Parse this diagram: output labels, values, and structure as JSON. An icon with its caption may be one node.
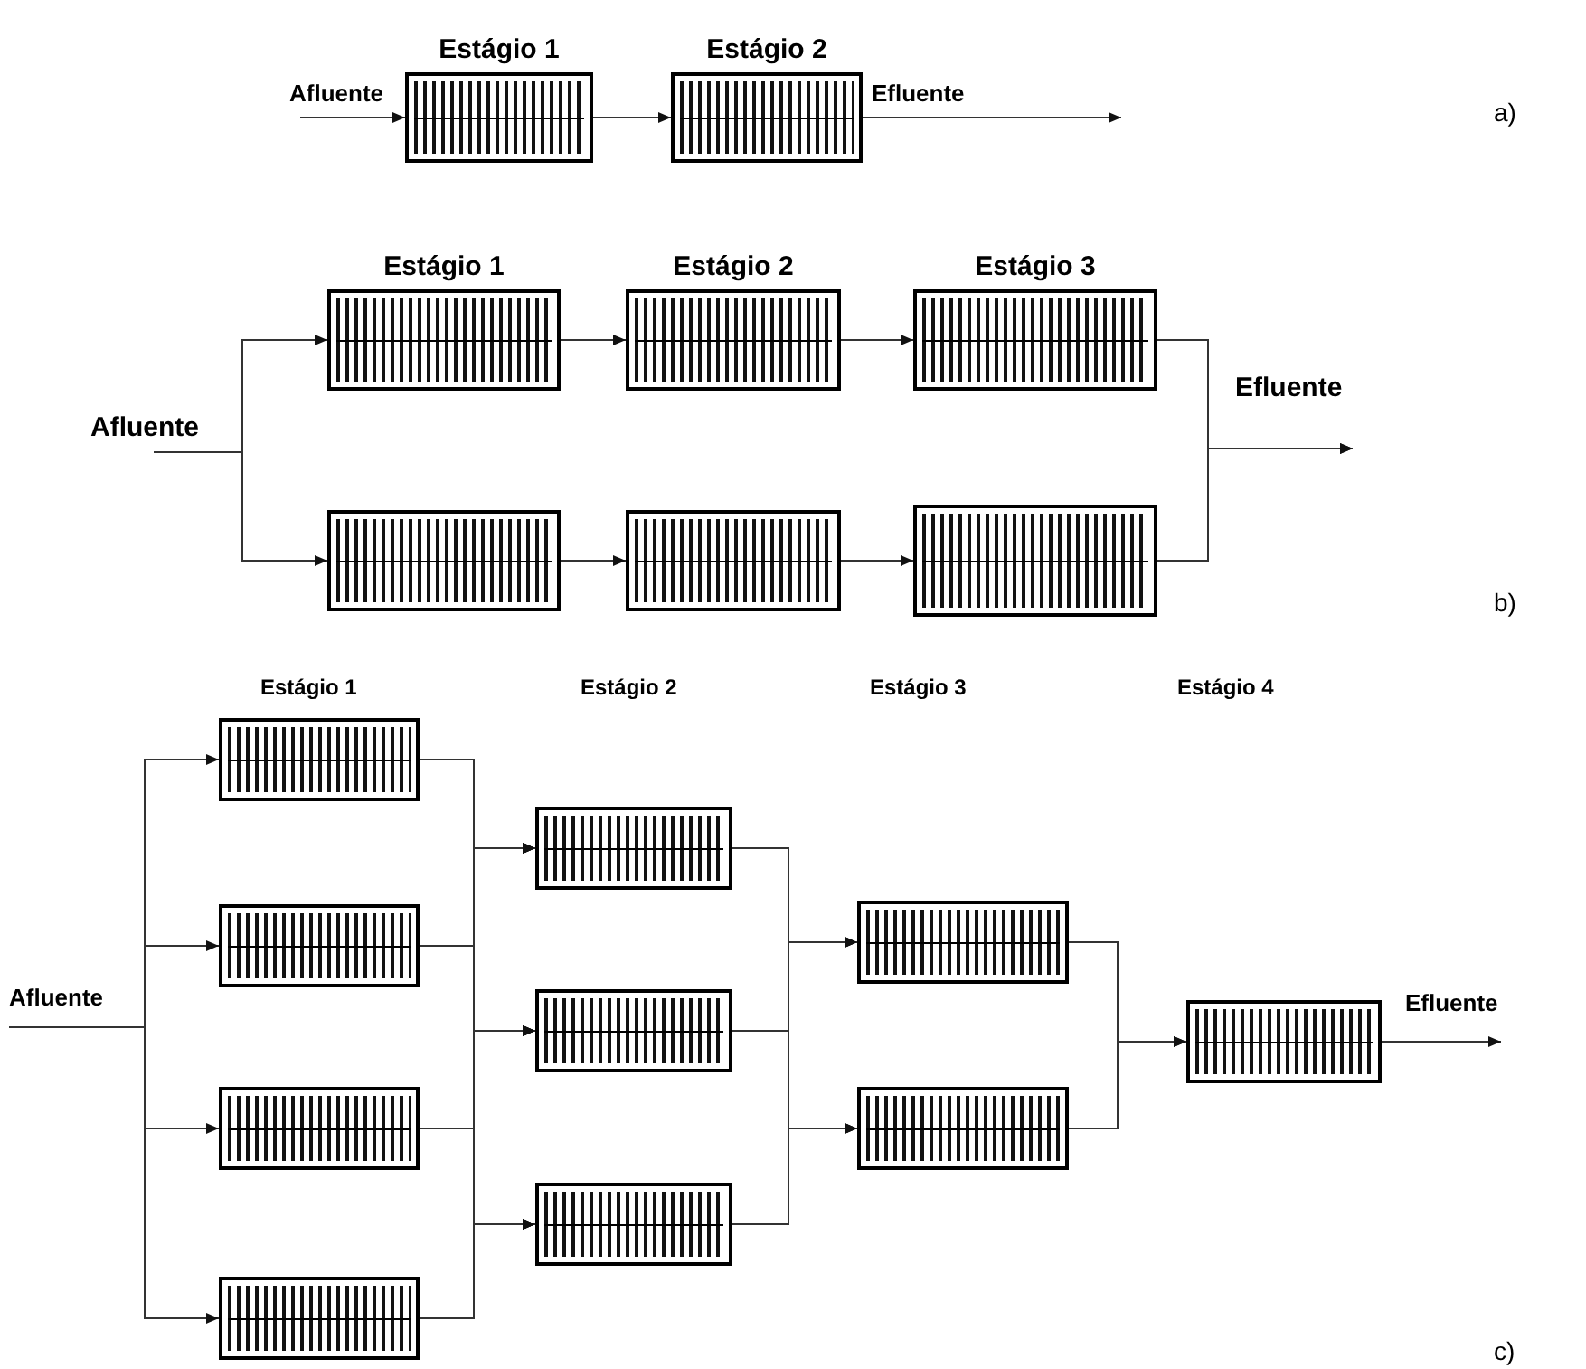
{
  "diagram": {
    "nodes": [
      {
        "text": [
          "Estágio 1"
        ]
      },
      {
        "text": [
          "Estágio 2"
        ]
      },
      {
        "text": [
          "Estágio 1"
        ]
      },
      {
        "text": [
          "Estágio 2"
        ]
      },
      {
        "text": [
          "Estágio 3"
        ]
      },
      {
        "text": [],
        "shape": "box"
      },
      {
        "text": [],
        "shape": "box"
      },
      {
        "text": [],
        "shape": "box"
      },
      {
        "text": [],
        "shape": "box"
      },
      {
        "text": [],
        "shape": "box"
      },
      {
        "text": [],
        "shape": "box"
      },
      {
        "text": [],
        "shape": "box"
      },
      {
        "text": [],
        "shape": "box"
      },
      {
        "text": [],
        "shape": "box"
      },
      {
        "text": [],
        "shape": "box"
      },
      {
        "text": [],
        "shape": "box"
      },
      {
        "text": [],
        "shape": "box"
      },
      {
        "text": [],
        "shape": "box"
      }
    ],
    "edges": [
      {
        "from": null,
        "to": 0,
        "arrow": "to",
        "label": "Afluente"
      },
      {
        "from": 0,
        "to": 1,
        "arrow": "to"
      },
      {
        "from": 1,
        "to": null,
        "arrow": "to",
        "label": "Efluente"
      },
      {
        "from": null,
        "to": 2,
        "arrow": "to",
        "label": "Afluente"
      },
      {
        "from": null,
        "to": 5,
        "arrow": "to"
      },
      {
        "from": 2,
        "to": 3,
        "arrow": "to"
      },
      {
        "from": 3,
        "to": 4,
        "arrow": "to"
      },
      {
        "from": 5,
        "to": 6,
        "arrow": "to"
      },
      {
        "from": 6,
        "to": 7,
        "arrow": "to"
      },
      {
        "from": 4,
        "to": null,
        "arrow": "to",
        "label": "Efluente"
      },
      {
        "from": 7,
        "to": null,
        "arrow": "to"
      },
      {
        "from": 8,
        "to": 12,
        "arrow": "to"
      },
      {
        "from": 8,
        "to": 13,
        "arrow": "to"
      },
      {
        "from": 8,
        "to": 14,
        "arrow": "to"
      },
      {
        "from": 9,
        "to": 12,
        "arrow": "to"
      },
      {
        "from": 9,
        "to": 13,
        "arrow": "to"
      },
      {
        "from": 9,
        "to": 14,
        "arrow": "to"
      },
      {
        "from": 10,
        "to": 12,
        "arrow": "to"
      },
      {
        "from": 10,
        "to": 13,
        "arrow": "to"
      },
      {
        "from": 10,
        "to": 14,
        "arrow": "to"
      },
      {
        "from": 11,
        "to": 12,
        "arrow": "to"
      },
      {
        "from": 11,
        "to": 13,
        "arrow": "to"
      },
      {
        "from": 11,
        "to": 14,
        "arrow": "to"
      },
      {
        "from": 12,
        "to": 15,
        "arrow": "to"
      },
      {
        "from": 12,
        "to": 16,
        "arrow": "to"
      },
      {
        "from": 13,
        "to": 15,
        "arrow": "to"
      },
      {
        "from": 13,
        "to": 16,
        "arrow": "to"
      },
      {
        "from": 14,
        "to": 15,
        "arrow": "to"
      },
      {
        "from": 14,
        "to": 16,
        "arrow": "to"
      },
      {
        "from": 15,
        "to": 17,
        "arrow": "to"
      },
      {
        "from": 16,
        "to": 17,
        "arrow": "to"
      },
      {
        "from": null,
        "to": 8,
        "arrow": "to",
        "label": "Afluente"
      },
      {
        "from": null,
        "to": 9,
        "arrow": "to"
      },
      {
        "from": null,
        "to": 10,
        "arrow": "to"
      },
      {
        "from": null,
        "to": 11,
        "arrow": "to"
      },
      {
        "from": 17,
        "to": null,
        "arrow": "to",
        "label": "Efluente"
      }
    ],
    "labels": [
      "a)",
      "b)",
      "Estágio 1",
      "Estágio 2",
      "Estágio 3",
      "Estágio 4",
      "c)"
    ]
  }
}
